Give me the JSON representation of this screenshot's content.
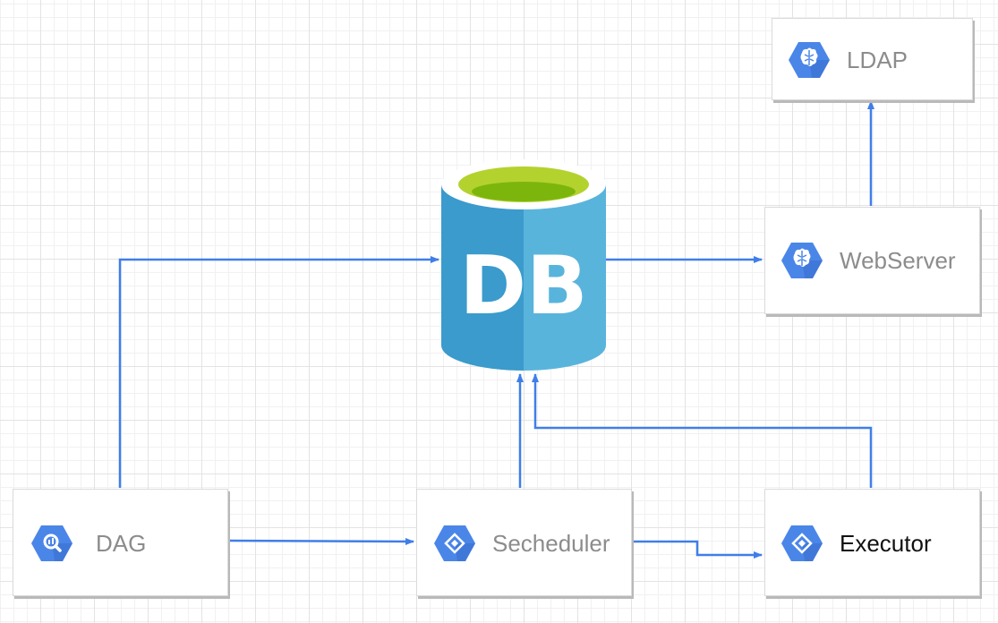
{
  "diagram": {
    "nodes": {
      "ldap": {
        "label": "LDAP",
        "icon": "ai-brain-hex-icon",
        "text_color": "#8c8c8c"
      },
      "webserver": {
        "label": "WebServer",
        "icon": "ai-brain-hex-icon",
        "text_color": "#8c8c8c"
      },
      "dag": {
        "label": "DAG",
        "icon": "search-hex-icon",
        "text_color": "#8c8c8c"
      },
      "scheduler": {
        "label": "Secheduler",
        "icon": "diamond-hex-icon",
        "text_color": "#8c8c8c"
      },
      "executor": {
        "label": "Executor",
        "icon": "diamond-hex-icon",
        "text_color": "#111111"
      },
      "db": {
        "label": "DB",
        "icon": "database-cylinder-icon"
      }
    },
    "edges": [
      {
        "from": "dag",
        "to": "db"
      },
      {
        "from": "dag",
        "to": "scheduler"
      },
      {
        "from": "scheduler",
        "to": "db"
      },
      {
        "from": "scheduler",
        "to": "executor"
      },
      {
        "from": "executor",
        "to": "db"
      },
      {
        "from": "db",
        "to": "webserver"
      },
      {
        "from": "webserver",
        "to": "ldap"
      }
    ],
    "colors": {
      "arrow": "#3f7ee8",
      "icon_hex": "#4a86e8",
      "db_left": "#3a9bcc",
      "db_right": "#59b4dc",
      "db_top_rim": "#b4d22e",
      "db_top_inner": "#7cb60d"
    }
  }
}
